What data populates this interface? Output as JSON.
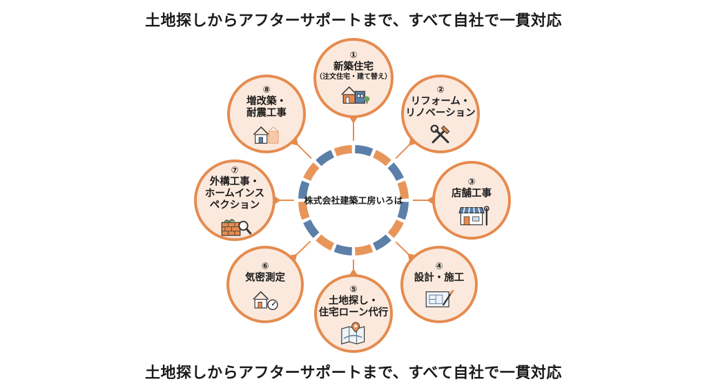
{
  "headline_top": "土地探しからアフターサポートまで、すべて自社で一貫対応",
  "headline_bottom": "土地探しからアフターサポートまで、すべて自社で一貫対応",
  "company": "株式会社建築工房いろは",
  "colors": {
    "orange": "#E8955A",
    "blue": "#5B7FA8",
    "bubble_fill": "#FBE9DD",
    "bubble_stroke": "#E58B4F"
  },
  "services": [
    {
      "num": "①",
      "lines": [
        "新築住宅"
      ],
      "sub": "（注文住宅・建て替え）",
      "icon": "house-icon"
    },
    {
      "num": "②",
      "lines": [
        "リフォーム・",
        "リノベーション"
      ],
      "icon": "tools-icon"
    },
    {
      "num": "③",
      "lines": [
        "店舗工事"
      ],
      "icon": "shop-icon"
    },
    {
      "num": "④",
      "lines": [
        "設計・施工"
      ],
      "icon": "blueprint-icon"
    },
    {
      "num": "⑤",
      "lines": [
        "土地探し・",
        "住宅ローン代行"
      ],
      "icon": "map-pin-icon"
    },
    {
      "num": "⑥",
      "lines": [
        "気密測定"
      ],
      "icon": "house-gauge-icon"
    },
    {
      "num": "⑦",
      "lines": [
        "外構工事・",
        "ホームインス",
        "ペクション"
      ],
      "icon": "brick-magnifier-icon"
    },
    {
      "num": "⑧",
      "lines": [
        "増改築・",
        "耐震工事"
      ],
      "icon": "house-extension-icon"
    }
  ]
}
